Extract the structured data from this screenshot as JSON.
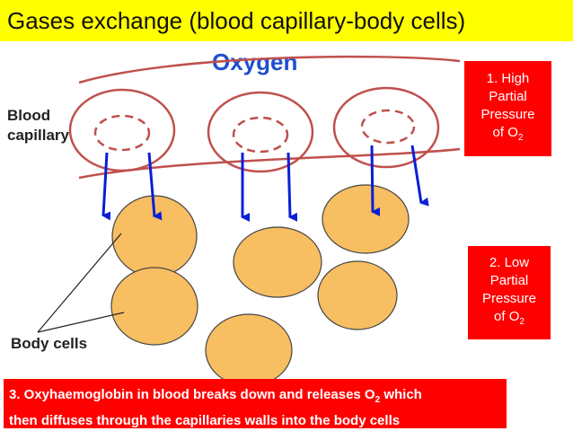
{
  "title": "Gases exchange (blood capillary-body cells)",
  "oxygen_label": "Oxygen",
  "blood_capillary_label": [
    "Blood",
    "capillary"
  ],
  "body_cells_label": "Body cells",
  "box_high": {
    "lines": [
      "1. High",
      "Partial",
      "Pressure"
    ],
    "last_prefix": "of O",
    "last_sub": "2"
  },
  "box_low": {
    "lines": [
      "2. Low",
      "Partial",
      "Pressure"
    ],
    "last_prefix": "of O",
    "last_sub": "2"
  },
  "bottom_note": {
    "line1_prefix": "3. Oxyhaemoglobin in blood breaks down and releases O",
    "line1_sub": "2",
    "line1_suffix": " which",
    "line2": "then diffuses through the capillaries walls into the body cells"
  },
  "colors": {
    "title_bg": "#ffff00",
    "oxygen_text": "#1f4fd0",
    "box_bg": "#ff0000",
    "cell_fill": "#f7be62",
    "arrow": "#0a1fd6",
    "vessel": "#c0504d"
  }
}
